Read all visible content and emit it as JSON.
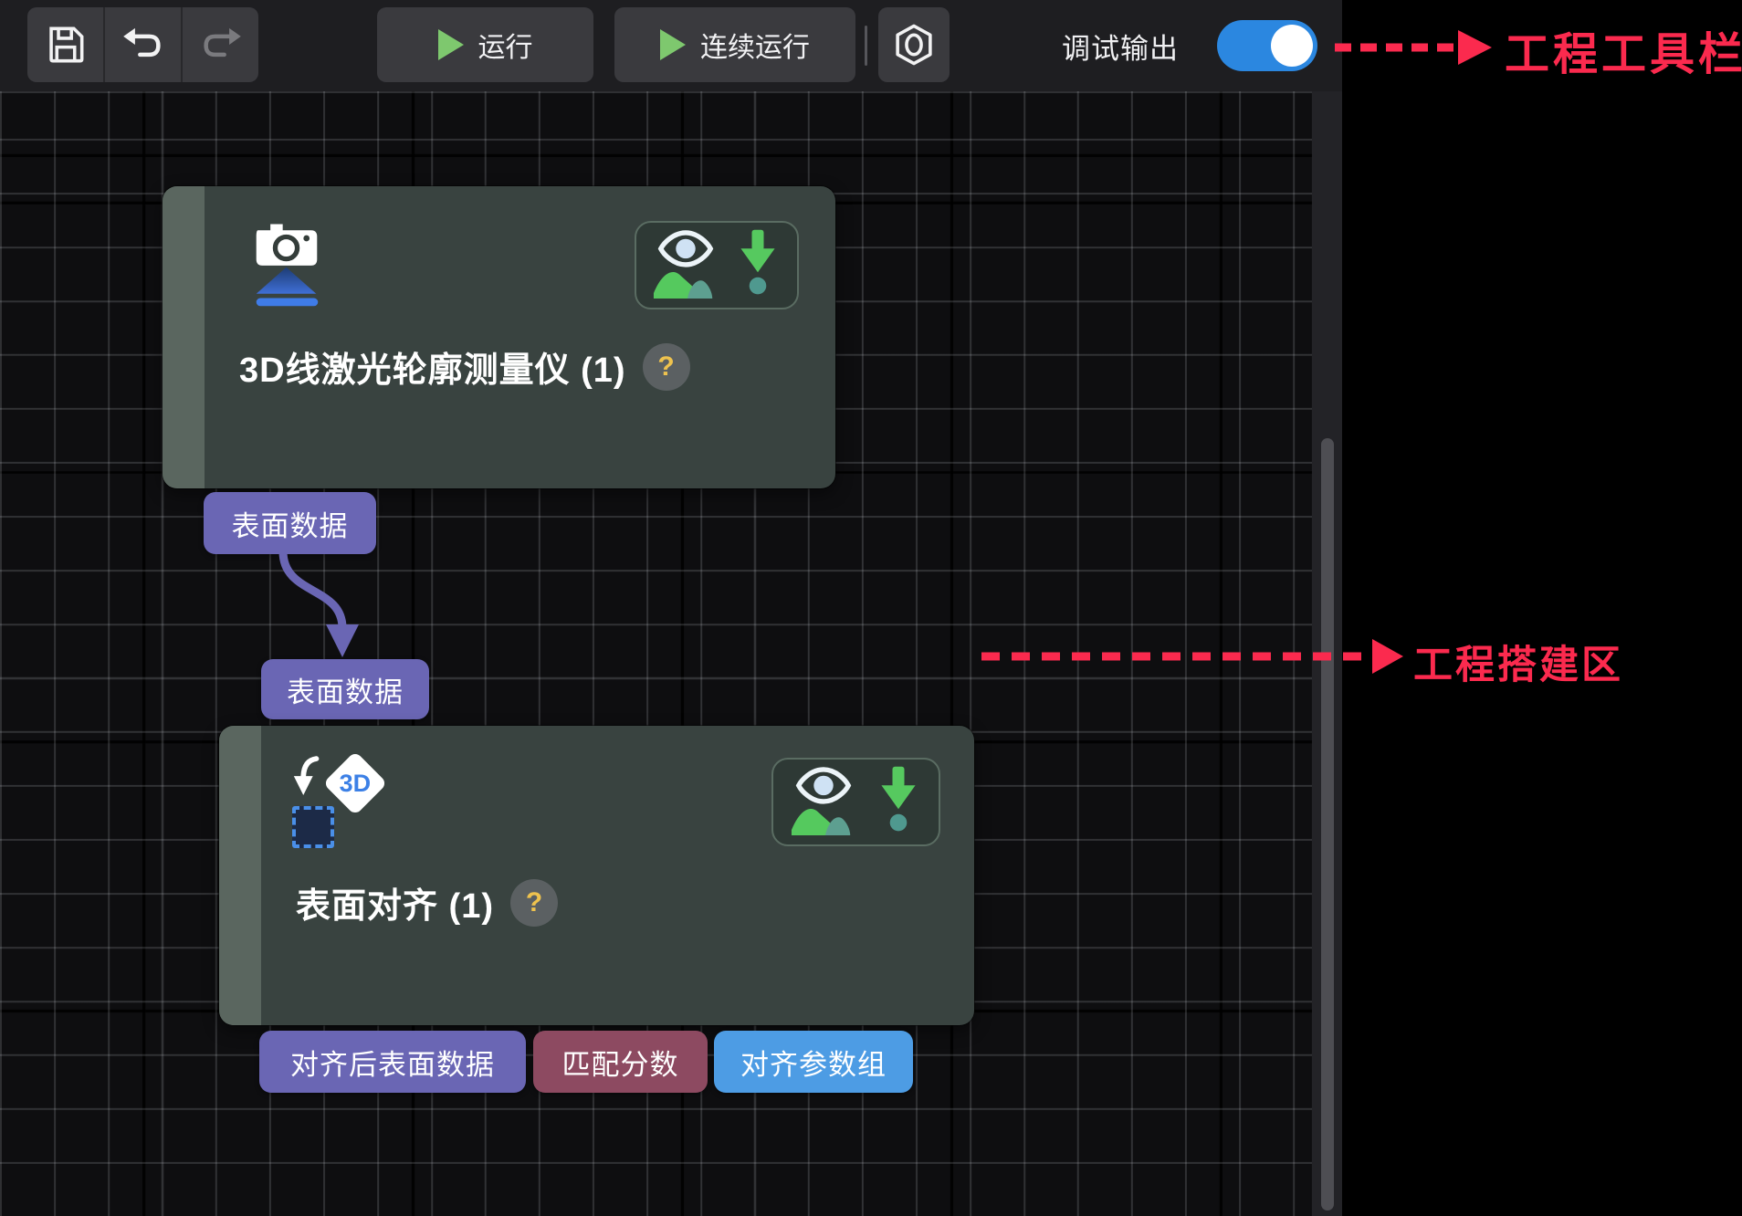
{
  "colors": {
    "annotation_red": "#fb2a4e",
    "toggle_blue": "#2b87e0",
    "play_green": "#7ec86e",
    "download_green": "#56c95f",
    "dot_teal": "#4f998f",
    "node_bg": "#394340",
    "help_orange": "#eec24e",
    "tag_purple": "#6a66b4",
    "tag_maroon": "#8d4a61",
    "tag_blue": "#4d9ce4"
  },
  "toolbar": {
    "save_icon": "floppy-disk",
    "undo_icon": "undo-arrow",
    "redo_icon": "redo-arrow",
    "run_label": "运行",
    "continuous_run_label": "连续运行",
    "settings_icon": "hexagon-nut",
    "debug_output_label": "调试输出",
    "debug_output_state": "on"
  },
  "annotations": {
    "toolbar_callout": "工程工具栏",
    "canvas_callout": "工程搭建区"
  },
  "canvas": {
    "nodes": [
      {
        "title": "3D线激光轮廓测量仪 (1)",
        "help_badge": "?",
        "icon": "3d-laser-profiler-camera",
        "outputs": [
          {
            "label": "表面数据",
            "color": "#6a66b4"
          }
        ]
      },
      {
        "title": "表面对齐 (1)",
        "help_badge": "?",
        "icon": "surface-align-3d",
        "icon_label": "3D",
        "inputs": [
          {
            "label": "表面数据",
            "color": "#6a66b4"
          }
        ],
        "outputs": [
          {
            "label": "对齐后表面数据",
            "color": "#6a66b4"
          },
          {
            "label": "匹配分数",
            "color": "#8d4a61"
          },
          {
            "label": "对齐参数组",
            "color": "#4d9ce4"
          }
        ]
      }
    ],
    "connection": {
      "from": "表面数据",
      "to": "表面数据"
    }
  }
}
